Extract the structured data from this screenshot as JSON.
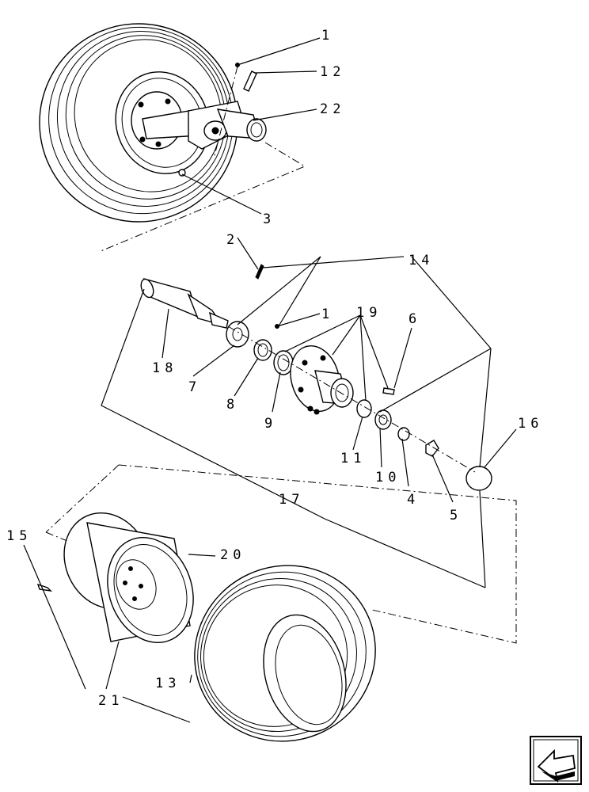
{
  "diagram": {
    "labels": {
      "l1_top": "1",
      "l12": "12",
      "l22": "22",
      "l3": "3",
      "l2": "2",
      "l14": "14",
      "l1_mid": "1",
      "l19": "19",
      "l6": "6",
      "l18": "18",
      "l7": "7",
      "l8": "8",
      "l9": "9",
      "l11": "11",
      "l10": "10",
      "l4": "4",
      "l5": "5",
      "l16": "16",
      "l17": "17",
      "l15": "15",
      "l20": "20",
      "l13": "13",
      "l21": "21"
    }
  },
  "nav": {
    "icon": "back-arrow-icon"
  }
}
